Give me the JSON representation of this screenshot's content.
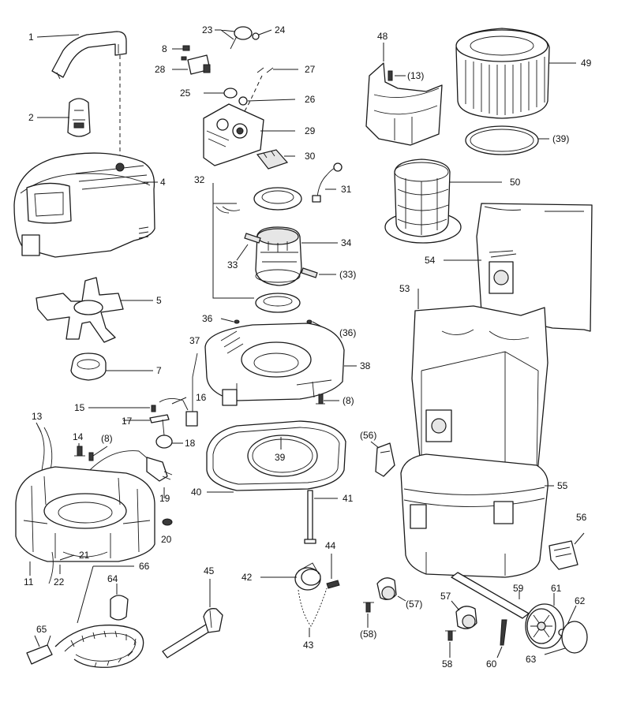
{
  "labels": {
    "l1": "1",
    "l2": "2",
    "l4": "4",
    "l5": "5",
    "l7": "7",
    "l8a": "8",
    "l28": "28",
    "l23": "23",
    "l24": "24",
    "l25": "25",
    "l26": "26",
    "l27": "27",
    "l29": "29",
    "l30": "30",
    "l31": "31",
    "l32": "32",
    "l33a": "33",
    "l33b": "(33)",
    "l34": "34",
    "l36a": "36",
    "l36b": "(36)",
    "l37": "37",
    "l38": "38",
    "l8b": "(8)",
    "l15": "15",
    "l16": "16",
    "l17": "17",
    "l18": "18",
    "l13": "13",
    "l14": "14",
    "l8c": "(8)",
    "l19": "19",
    "l20": "20",
    "l21": "21",
    "l22": "22",
    "l11": "11",
    "l39a": "39",
    "l40": "40",
    "l41": "41",
    "l42": "42",
    "l43": "43",
    "l44": "44",
    "l45": "45",
    "l64": "64",
    "l65": "65",
    "l66": "66",
    "l48": "48",
    "l13b": "(13)",
    "l49": "49",
    "l39b": "(39)",
    "l50": "50",
    "l54": "54",
    "l53": "53",
    "l56a": "(56)",
    "l55": "55",
    "l56b": "56",
    "l57a": "(57)",
    "l58a": "(58)",
    "l57b": "57",
    "l58b": "58",
    "l59": "59",
    "l60": "60",
    "l61": "61",
    "l62": "62",
    "l63": "63"
  }
}
